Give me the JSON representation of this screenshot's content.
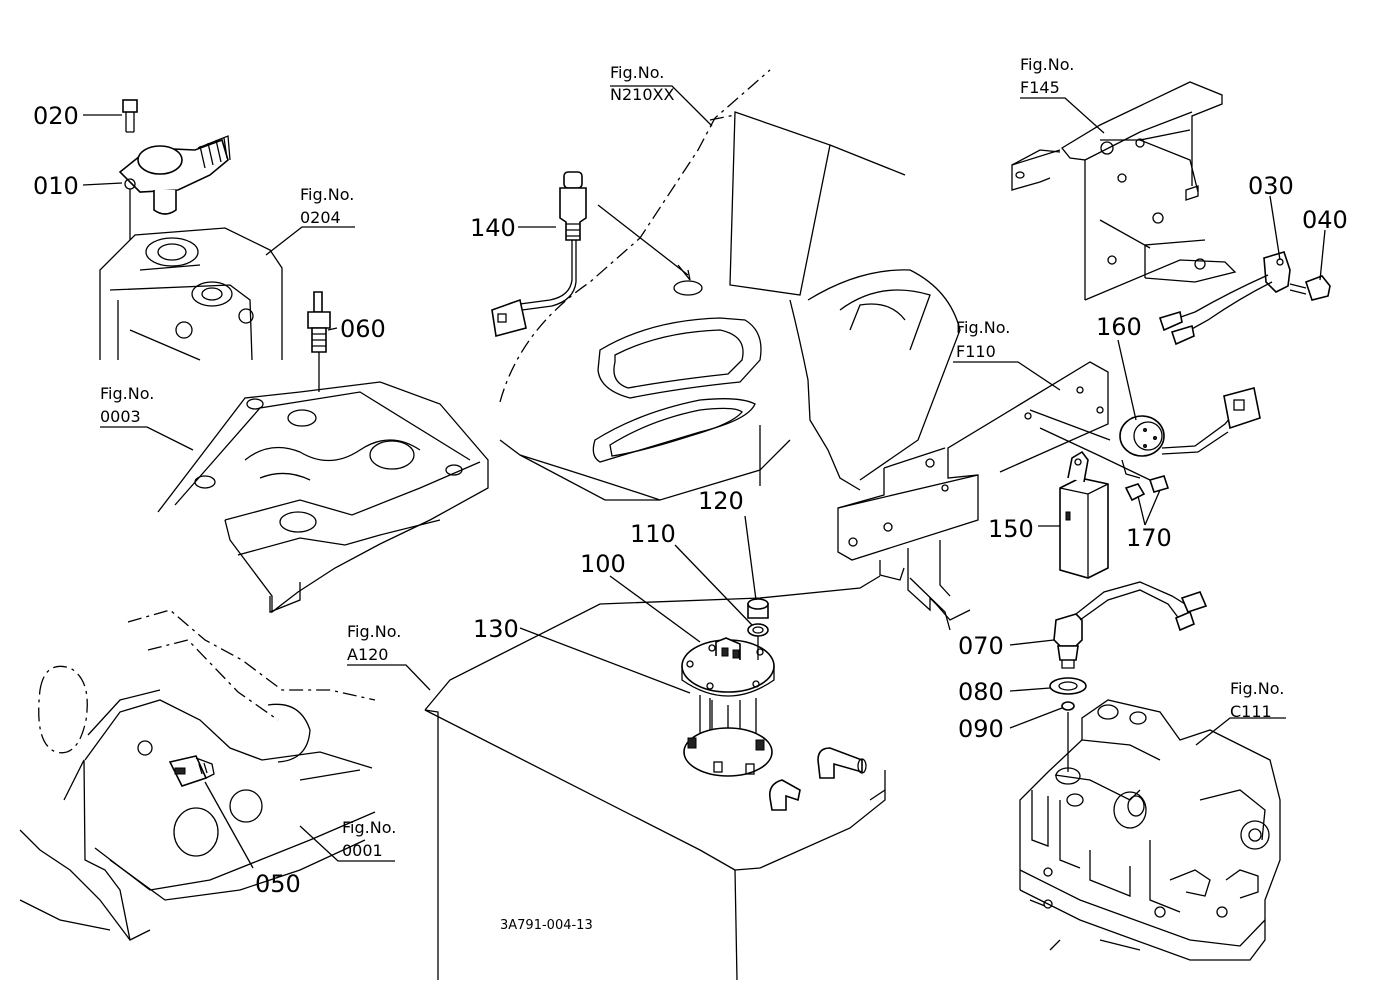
{
  "drawing_code": "3A791-004-13",
  "figure_refs": [
    {
      "label": "Fig.No.",
      "number": "N210XX"
    },
    {
      "label": "Fig.No.",
      "number": "F145"
    },
    {
      "label": "Fig.No.",
      "number": "0204"
    },
    {
      "label": "Fig.No.",
      "number": "0003"
    },
    {
      "label": "Fig.No.",
      "number": "F110"
    },
    {
      "label": "Fig.No.",
      "number": "A120"
    },
    {
      "label": "Fig.No.",
      "number": "C111"
    },
    {
      "label": "Fig.No.",
      "number": "0001"
    }
  ],
  "callouts": [
    "010",
    "020",
    "030",
    "040",
    "050",
    "060",
    "070",
    "080",
    "090",
    "100",
    "110",
    "120",
    "130",
    "140",
    "150",
    "160",
    "170"
  ]
}
